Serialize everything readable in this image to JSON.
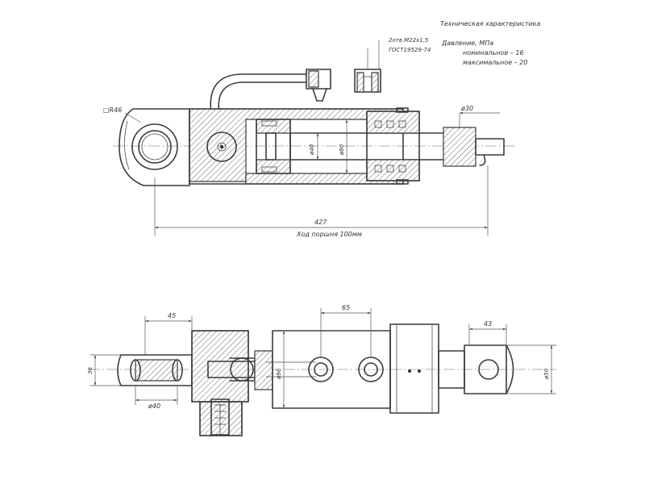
{
  "specs": {
    "title": "Техническая характеристика",
    "pressure_label": "Давление, МПа",
    "nominal": "номинальное  –  16",
    "maximum": "максимальное – 20"
  },
  "thread": {
    "line1": "2отв.М22х1,5",
    "line2": "ГОСТ19529-74"
  },
  "top_view": {
    "d_eye": "□R46",
    "d_rod_end": "ø30",
    "d_rod": "ø40",
    "d_bore": "ø80",
    "length": "427",
    "stroke": "Ход поршня 100мм"
  },
  "bottom_view": {
    "dim_45": "45",
    "dim_65": "65",
    "dim_43": "43",
    "dim_36": "36",
    "dim_40": "ø40",
    "dim_96": "ø96",
    "dim_50": "ø50"
  }
}
